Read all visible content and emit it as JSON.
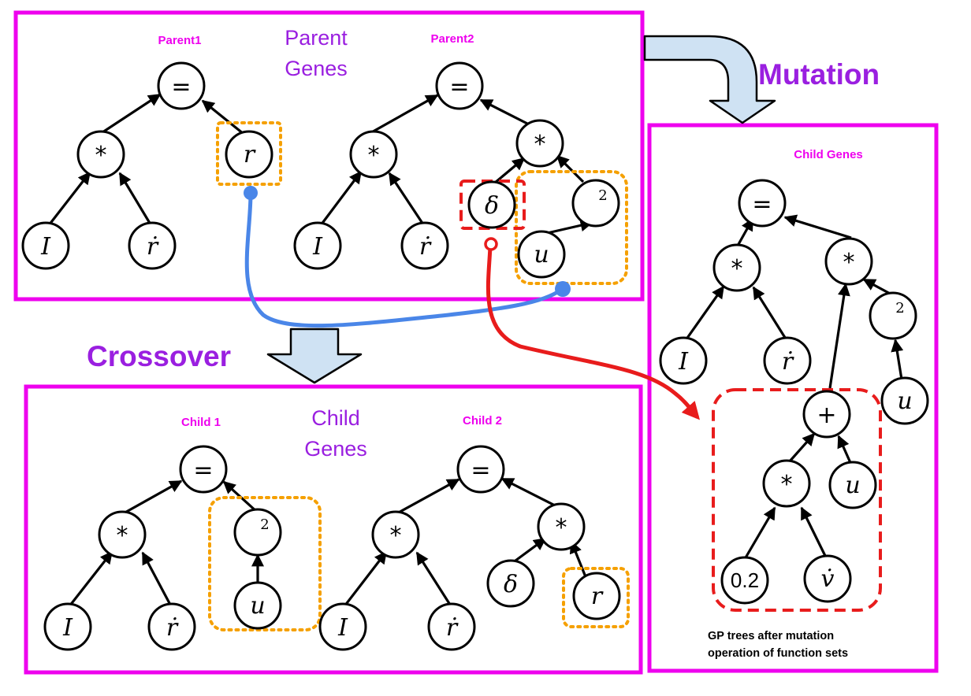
{
  "colors": {
    "frame": "#ee00ee",
    "section_title": "#9a1fe0",
    "crossover_link": "#4a86e8",
    "mutation_link": "#e81c1c",
    "crossover_region": "#f5a000",
    "mutation_region": "#e81c1c",
    "big_arrow_fill": "#cfe2f3"
  },
  "panels": {
    "parent": {
      "title_line1": "Parent",
      "title_line2": "Genes",
      "tree1_label": "Parent1",
      "tree2_label": "Parent2"
    },
    "child": {
      "title_line1": "Child",
      "title_line2": "Genes",
      "tree1_label": "Child 1",
      "tree2_label": "Child 2"
    },
    "mutation": {
      "title": "Child Genes",
      "caption_line1": "GP trees after mutation",
      "caption_line2": "operation of function sets"
    }
  },
  "operations": {
    "crossover": "Crossover",
    "mutation": "Mutation"
  },
  "trees": {
    "parent1": {
      "root": "=",
      "mul": "*",
      "I": "I",
      "rdot": "ṙ",
      "r": "r"
    },
    "parent2": {
      "root": "=",
      "mul_left": "*",
      "I": "I",
      "rdot": "ṙ",
      "mul_right": "*",
      "delta": "δ",
      "sq": "2",
      "u": "u"
    },
    "child1": {
      "root": "=",
      "mul": "*",
      "I": "I",
      "rdot": "ṙ",
      "sq": "2",
      "u": "u"
    },
    "child2": {
      "root": "=",
      "mul_left": "*",
      "I": "I",
      "rdot": "ṙ",
      "mul_right": "*",
      "delta": "δ",
      "r": "r"
    },
    "mutated": {
      "root": "=",
      "mul_left": "*",
      "I": "I",
      "rdot": "ṙ",
      "mul_right": "*",
      "sq": "2",
      "u_top": "u",
      "plus": "+",
      "mul_inner": "*",
      "u_inner": "u",
      "const": "0.2",
      "vdot": "v̇"
    }
  }
}
